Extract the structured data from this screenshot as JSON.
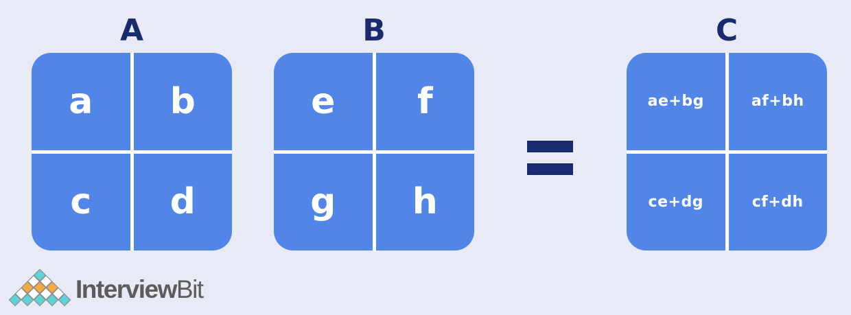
{
  "colors": {
    "background": "#E8EBF6",
    "cell_blue": "#5186E8",
    "navy": "#1A2A6F",
    "divider_white": "#FFFFFF",
    "logo_text_gray": "#5C5C5C"
  },
  "matrices": [
    {
      "label": "A",
      "cells": [
        "a",
        "b",
        "c",
        "d"
      ]
    },
    {
      "label": "B",
      "cells": [
        "e",
        "f",
        "g",
        "h"
      ]
    },
    {
      "label": "C",
      "cells": [
        "ae+bg",
        "af+bh",
        "ce+dg",
        "cf+dh"
      ]
    }
  ],
  "operator": {
    "symbol": "="
  },
  "logo": {
    "brand_bold": "Interview",
    "brand_light": "Bit",
    "pyramid_row_colors": [
      "#5ED3D8",
      "#FFFFFF",
      "#F7A941",
      "#FFFFFF",
      "#5ED3D8"
    ],
    "pyramid_outline": "#8D8D8D"
  }
}
